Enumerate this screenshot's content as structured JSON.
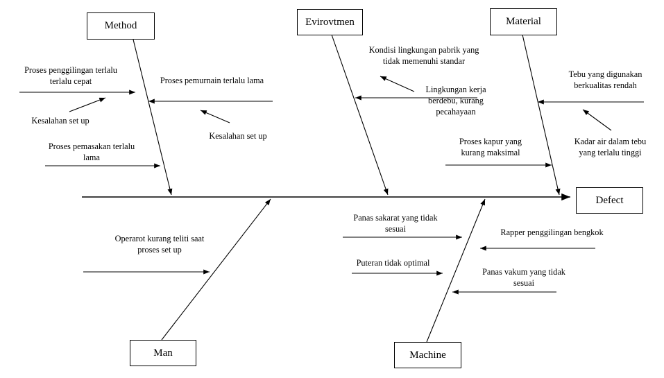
{
  "diagram": {
    "type": "fishbone-ishikawa",
    "effect": {
      "label": "Defect"
    },
    "categories": [
      {
        "id": "method",
        "label": "Method",
        "position": "top-left"
      },
      {
        "id": "environment",
        "label": "Evirovtmen",
        "position": "top-center"
      },
      {
        "id": "material",
        "label": "Material",
        "position": "top-right"
      },
      {
        "id": "man",
        "label": "Man",
        "position": "bottom-left"
      },
      {
        "id": "machine",
        "label": "Machine",
        "position": "bottom-center"
      }
    ],
    "causes": {
      "method": [
        {
          "id": "m1",
          "text": "Proses penggilingan terlalu\nterlalu cepat"
        },
        {
          "id": "m2",
          "text": "Kesalahan set up"
        },
        {
          "id": "m3",
          "text": "Proses pemasakan terlalu\nlama"
        },
        {
          "id": "m4",
          "text": "Proses pemurnain terlalu lama"
        },
        {
          "id": "m5",
          "text": "Kesalahan set up"
        }
      ],
      "environment": [
        {
          "id": "e1",
          "text": "Kondisi lingkungan pabrik yang\ntidak memenuhi standar"
        },
        {
          "id": "e2",
          "text": "Lingkungan kerja\nberdebu, kurang\npecahayaan"
        },
        {
          "id": "e3",
          "text": "Proses kapur yang\nkurang maksimal"
        }
      ],
      "material": [
        {
          "id": "t1",
          "text": "Tebu yang digunakan\nberkualitas rendah"
        },
        {
          "id": "t2",
          "text": "Kadar air dalam tebu\nyang terlalu tinggi"
        }
      ],
      "man": [
        {
          "id": "n1",
          "text": "Operarot kurang teliti saat\nproses set up"
        }
      ],
      "machine": [
        {
          "id": "c1",
          "text": "Panas sakarat yang tidak\nsesuai"
        },
        {
          "id": "c2",
          "text": "Puteran tidak optimal"
        },
        {
          "id": "c3",
          "text": "Rapper penggilingan bengkok"
        },
        {
          "id": "c4",
          "text": "Panas vakum yang tidak\nsesuai"
        }
      ]
    },
    "colors": {
      "line": "#000000",
      "text": "#000000",
      "background": "#ffffff"
    }
  }
}
